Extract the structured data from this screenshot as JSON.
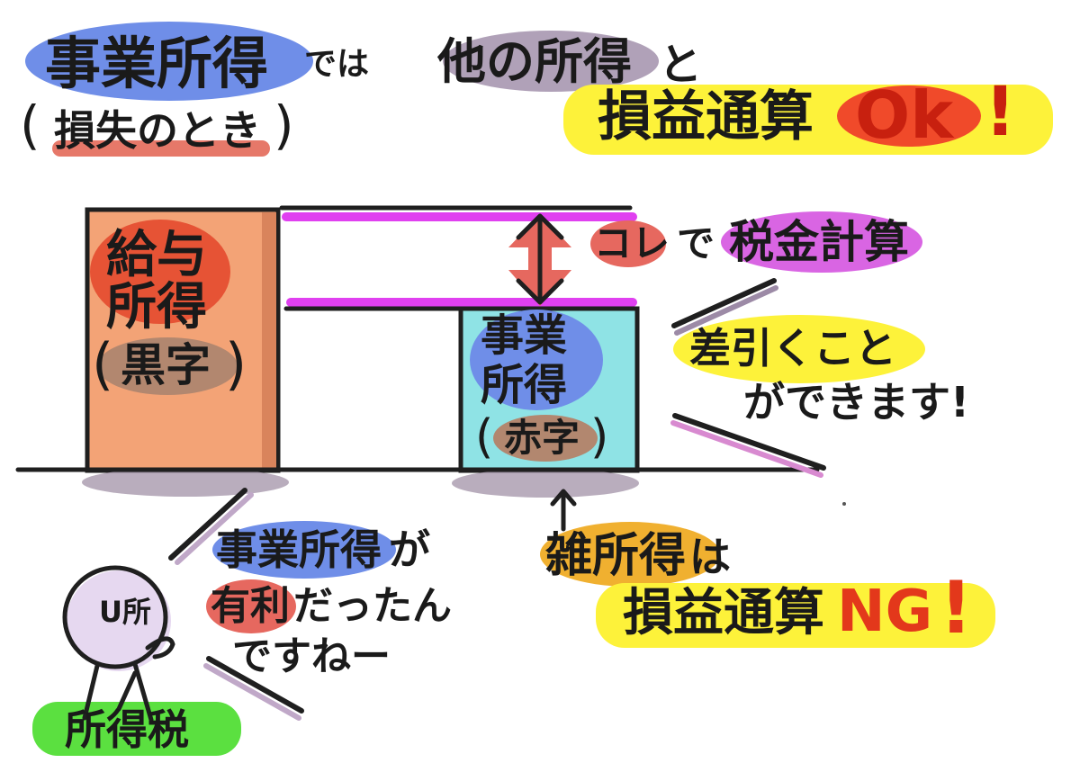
{
  "headline": {
    "part1": "事業所得",
    "part2": "では",
    "part3": "他の所得",
    "part4": "と",
    "note_open": "(",
    "note_text": "損失のとき",
    "note_close": ")",
    "result_text": "損益通算",
    "result_ok": "Ok",
    "result_mark": "!"
  },
  "salary_box": {
    "line1": "給与",
    "line2": "所得",
    "paren_open": "(",
    "status": "黒字",
    "paren_close": ")"
  },
  "business_box": {
    "line1": "事業",
    "line2": "所得",
    "paren_open": "(",
    "status": "赤字",
    "paren_close": ")"
  },
  "difference": {
    "label_kore": "コレ",
    "label_de": "で",
    "label_tax": "税金計算"
  },
  "offset_note": {
    "line1": "差引くこと",
    "line2": "ができます!"
  },
  "misc_income": {
    "label": "雑所得",
    "wa": "は",
    "result_text": "損益通算",
    "result_ng": "NG",
    "result_mark": "!"
  },
  "character": {
    "face_text": "U所",
    "speech_line1": "事業所得",
    "speech_ga": "が",
    "speech_line2a": "有利",
    "speech_line2b": "だったん",
    "speech_line3": "ですねー",
    "badge": "所得税"
  },
  "colors": {
    "blue_highlight": "#6f8ee8",
    "purple_highlight": "#9c8aa6",
    "yellow_highlight": "#fdf23a",
    "red_ink": "#e3381b",
    "salary_box_fill": "#f3a376",
    "business_box_fill": "#8fe3e5",
    "magenta_line": "#e040f0",
    "arrow_fill": "#e6685f",
    "orange_highlight": "#f0b030",
    "green_highlight": "#5be040",
    "brown_highlight": "#b2876f"
  }
}
